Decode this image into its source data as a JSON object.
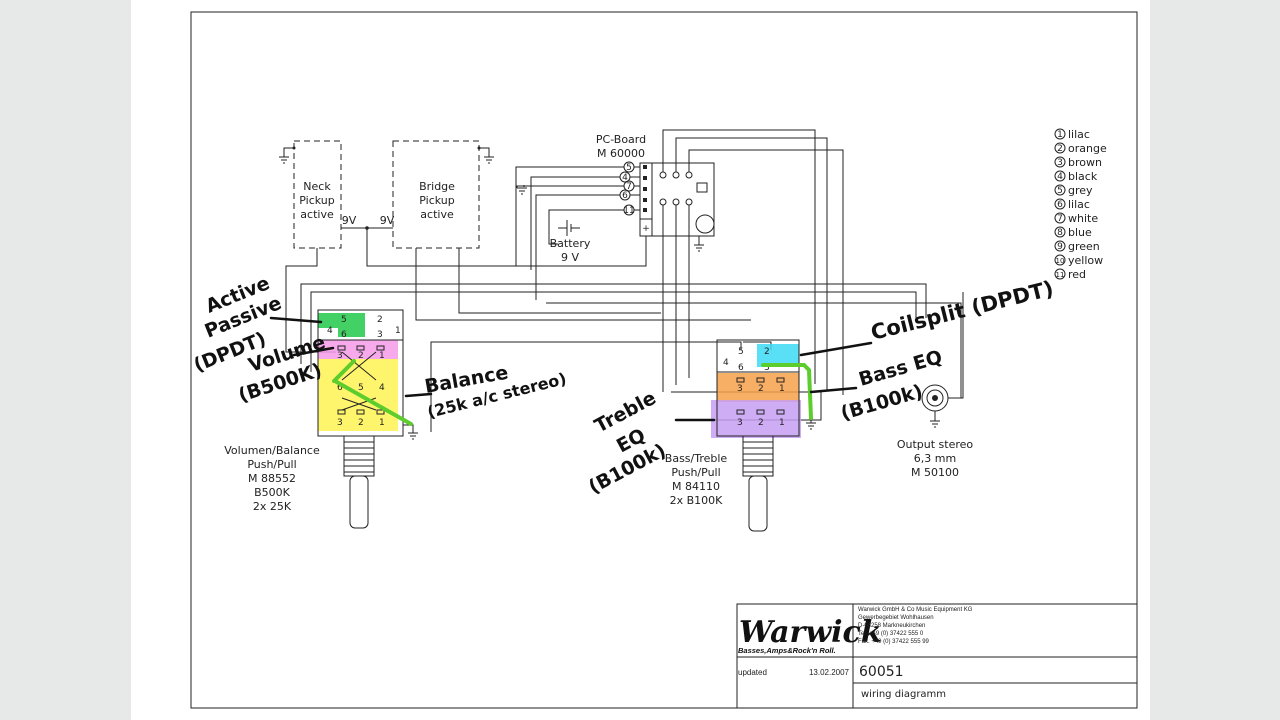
{
  "pickups": {
    "neck": [
      "Neck",
      "Pickup",
      "active"
    ],
    "bridge": [
      "Bridge",
      "Pickup",
      "active"
    ],
    "voltage_a": "9V",
    "voltage_b": "9V"
  },
  "pcboard": {
    "title": "PC-Board",
    "code": "M 60000",
    "pins": [
      "5",
      "4",
      "7",
      "6",
      "11"
    ]
  },
  "battery": {
    "label": "Battery",
    "voltage": "9 V"
  },
  "legend": [
    {
      "num": "1",
      "color": "lilac"
    },
    {
      "num": "2",
      "color": "orange"
    },
    {
      "num": "3",
      "color": "brown"
    },
    {
      "num": "4",
      "color": "black"
    },
    {
      "num": "5",
      "color": "grey"
    },
    {
      "num": "6",
      "color": "lilac"
    },
    {
      "num": "7",
      "color": "white"
    },
    {
      "num": "8",
      "color": "blue"
    },
    {
      "num": "9",
      "color": "green"
    },
    {
      "num": "10",
      "color": "yellow"
    },
    {
      "num": "11",
      "color": "red"
    }
  ],
  "pot_left": {
    "caption": [
      "Volumen/Balance",
      "Push/Pull",
      "M 88552",
      "B500K",
      "2x 25K"
    ],
    "switch_pins": [
      "5",
      "2",
      "4",
      "1",
      "6",
      "3"
    ],
    "pot_pins": [
      "3",
      "2",
      "1",
      "6",
      "5",
      "4",
      "3",
      "2",
      "1"
    ]
  },
  "pot_right": {
    "caption": [
      "Bass/Treble",
      "Push/Pull",
      "M 84110",
      "2x B100K"
    ],
    "switch_pins": [
      "5",
      "2",
      "4",
      "6",
      "3"
    ],
    "pot_pins": [
      "3",
      "2",
      "1",
      "3",
      "2",
      "1"
    ]
  },
  "output": {
    "caption": [
      "Output stereo",
      "6,3 mm",
      "M 50100"
    ]
  },
  "handwritten": {
    "active_passive": [
      "Active",
      "Passive",
      "(DPDT)"
    ],
    "volume": [
      "Volume",
      "(B500K)"
    ],
    "balance": [
      "Balance",
      "(25k a/c stereo)"
    ],
    "treble": [
      "Treble",
      "EQ",
      "(B100k)"
    ],
    "coilsplit": "Coilsplit (DPDT)",
    "bass": [
      "Bass EQ",
      "(B100k)"
    ]
  },
  "highlight_colors": {
    "green": "#22c84a",
    "pink": "#f49be9",
    "yellow": "#fff45c",
    "cyan": "#3cd9f4",
    "orange": "#f6a04a",
    "purple": "#c79ff2",
    "wire_green": "#5ccd2c"
  },
  "titleblock": {
    "logo": "Warwick",
    "tagline": "Basses,Amps&Rock'n Roll.",
    "company": [
      "Warwick GmbH & Co Music Equipment KG",
      "Gewerbegebiet Wohlhausen",
      "D-08258 Markneukirchen",
      "Tel. +49 (0) 37422 555 0",
      "Fax. +49 (0) 37422 555 99"
    ],
    "updated_label": "updated",
    "date": "13.02.2007",
    "number": "60051",
    "title": "wiring diagramm"
  }
}
